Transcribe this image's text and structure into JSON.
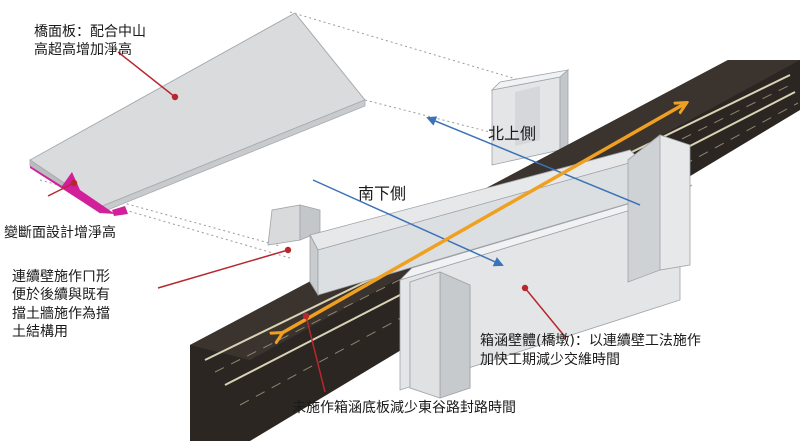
{
  "labels": {
    "deck": [
      "橋面板：配合中山",
      "高超高增加淨高"
    ],
    "variable_section": "變斷面設計增淨高",
    "continuous_wall": [
      "連續壁施作ㄇ形",
      "便於後續與既有",
      "擋土牆施作為擋",
      "土結構用"
    ],
    "box_wall": [
      "箱涵壁體(橋墩)：以連續壁工法施作",
      "加快工期減少交維時間"
    ],
    "no_bottom_slab": "未施作箱涵底板減少東谷路封路時間"
  },
  "directions": {
    "north": "北上側",
    "south": "南下側"
  },
  "colors": {
    "leader": "#b7282e",
    "direction_arrow": "#3a73b7",
    "orange_arrow": "#f0a020",
    "road": "#2b2622",
    "lane_line": "#d9d2b4",
    "deck_top": "#d9dbdc",
    "deck_edge": "#b9bcbe",
    "wall_light": "#e3e5e7",
    "wall_shade": "#c4c7ca",
    "magenta": "#d21f9a"
  }
}
